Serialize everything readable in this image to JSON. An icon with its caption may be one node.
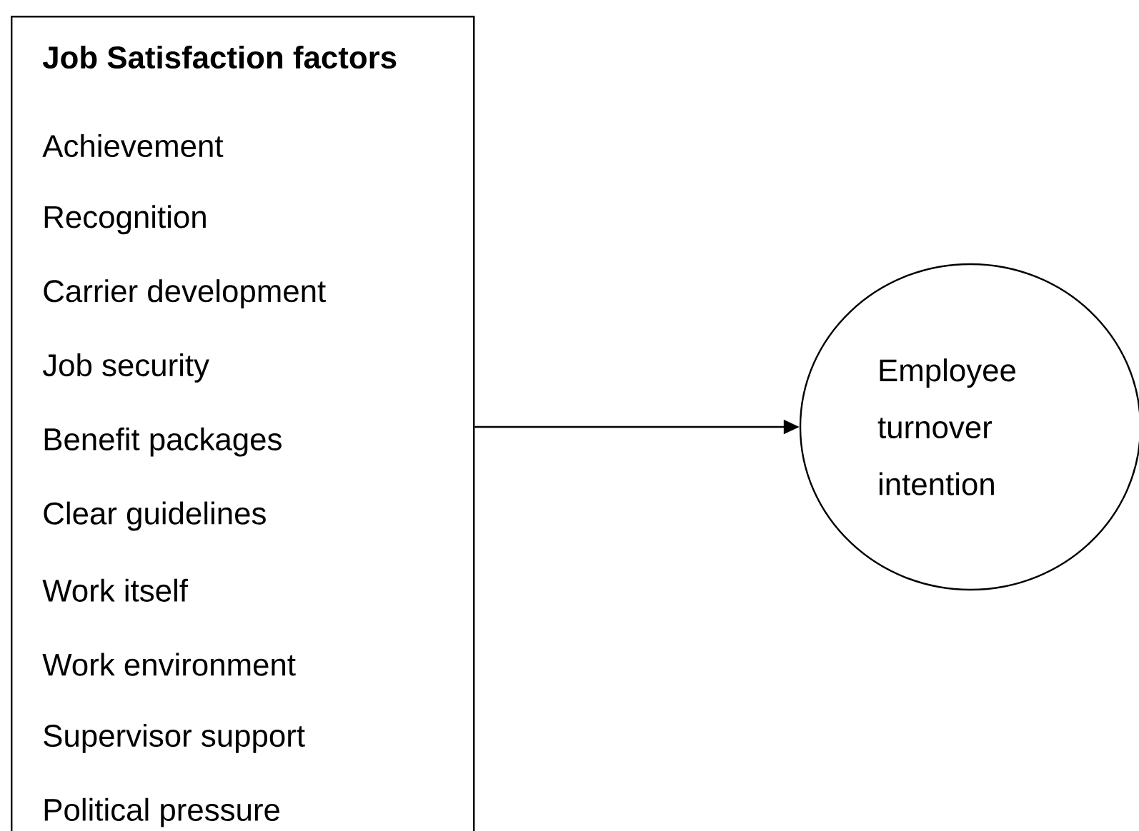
{
  "diagram": {
    "nodes": [
      {
        "text": [
          "Job Satisfaction factors",
          "Achievement",
          "Recognition",
          "Carrier development",
          "Job security",
          "Benefit packages",
          "Clear guidelines",
          "Work itself",
          "Work environment",
          "Supervisor support",
          "Political pressure"
        ]
      },
      {
        "text": [
          "Employee turnover intention"
        ]
      }
    ],
    "edges": [
      {
        "from": 0,
        "to": 1,
        "arrow": "to"
      }
    ]
  }
}
